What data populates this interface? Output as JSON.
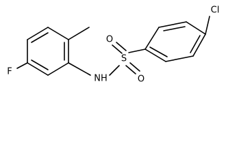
{
  "molecule": {
    "atom_labels": {
      "fluorine": "F",
      "nitrogen_hydrogen": "NH",
      "sulfur": "S",
      "oxygen_top": "O",
      "oxygen_bottom": "O",
      "chlorine": "Cl"
    },
    "colors": {
      "bond": "#000000",
      "text": "#000000",
      "background": "#ffffff"
    }
  }
}
